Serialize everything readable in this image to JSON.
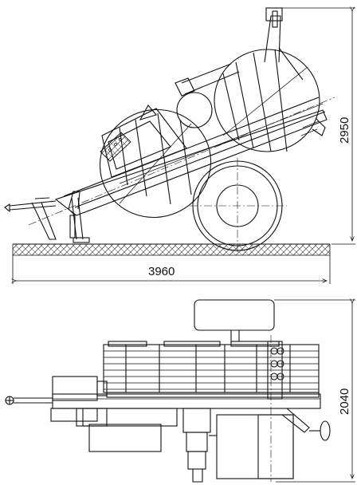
{
  "side_view": {
    "length_label": "3960",
    "height_label": "2950"
  },
  "top_view": {
    "width_label": "2040"
  }
}
